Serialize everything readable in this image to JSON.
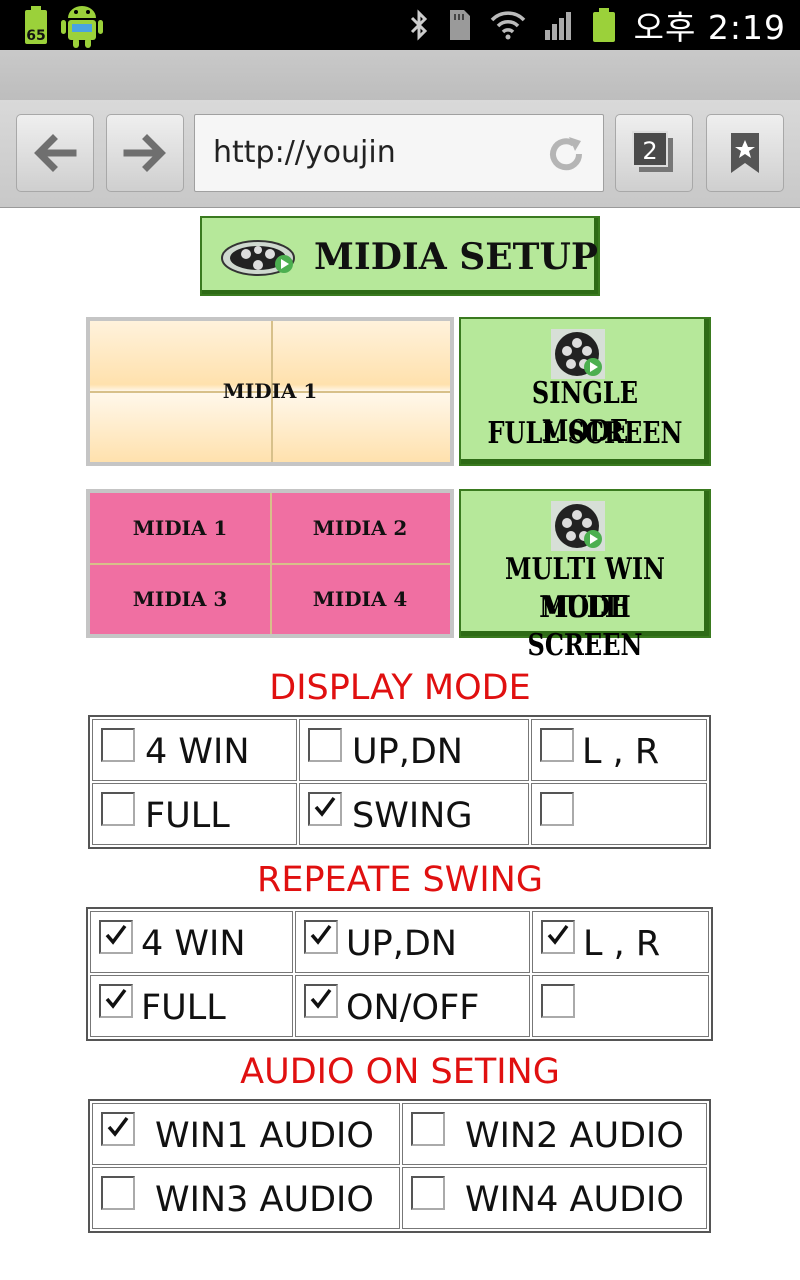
{
  "status_bar": {
    "battery_level_badge": "65",
    "time": "오후 2:19",
    "icons": [
      "battery-small-icon",
      "android-icon",
      "bluetooth-icon",
      "sd-card-icon",
      "wifi-icon",
      "signal-icon",
      "battery-icon"
    ]
  },
  "browser": {
    "url": "http://youjin",
    "tabs_count": "2",
    "icons": [
      "back-arrow-icon",
      "forward-arrow-icon",
      "reload-icon",
      "tabs-icon",
      "bookmark-icon"
    ]
  },
  "setup_button": {
    "label": "MIDIA SETUP",
    "icon": "film-reel-icon"
  },
  "single_preview": {
    "label": "MIDIA 1"
  },
  "single_mode_button": {
    "line1": "SINGLE MODE",
    "line2": "FULL SCREEN",
    "icon": "film-reel-icon"
  },
  "multi_preview": {
    "q1": "MIDIA 1",
    "q2": "MIDIA 2",
    "q3": "MIDIA 3",
    "q4": "MIDIA 4"
  },
  "multi_mode_button": {
    "line1": "MULTI WIN MODE",
    "line2": "MULTI SCREEN",
    "icon": "film-reel-icon"
  },
  "display_mode": {
    "title": "DISPLAY MODE",
    "rows": [
      [
        {
          "label": "4 WIN",
          "checked": false
        },
        {
          "label": "UP,DN",
          "checked": false
        },
        {
          "label": " L , R",
          "checked": false
        }
      ],
      [
        {
          "label": " FULL",
          "checked": false
        },
        {
          "label": " SWING",
          "checked": true
        },
        {
          "label": "",
          "checked": false
        }
      ]
    ]
  },
  "repeate_swing": {
    "title": "REPEATE SWING",
    "rows": [
      [
        {
          "label": "4 WIN",
          "checked": true
        },
        {
          "label": "UP,DN",
          "checked": true
        },
        {
          "label": " L , R",
          "checked": true
        }
      ],
      [
        {
          "label": " FULL",
          "checked": true
        },
        {
          "label": "ON/OFF",
          "checked": true
        },
        {
          "label": "",
          "checked": false
        }
      ]
    ]
  },
  "audio_on_seting": {
    "title": "AUDIO ON SETING",
    "rows": [
      [
        {
          "label": "WIN1 AUDIO",
          "checked": true
        },
        {
          "label": "WIN2 AUDIO",
          "checked": false
        }
      ],
      [
        {
          "label": "WIN3 AUDIO",
          "checked": false
        },
        {
          "label": "WIN4 AUDIO",
          "checked": false
        }
      ]
    ]
  },
  "colors": {
    "green_button": "#b6e89a",
    "pink_preview": "#f06fa2",
    "section_title": "#e01010"
  }
}
